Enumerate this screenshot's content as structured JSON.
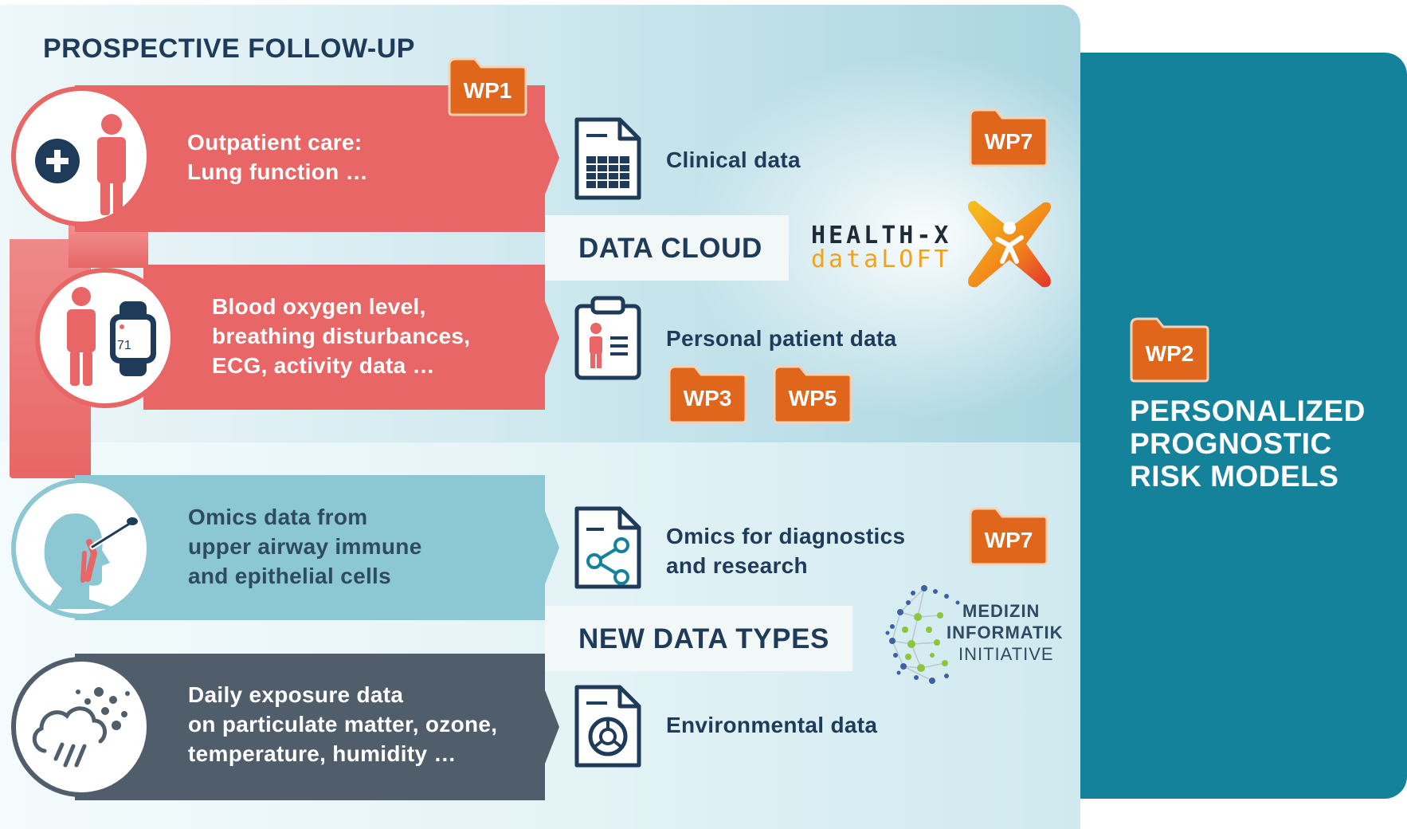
{
  "section_title": "PROSPECTIVE FOLLOW-UP",
  "bands": [
    {
      "id": "outpatient",
      "text": "Outpatient care:\nLung function …",
      "color": "#e86665"
    },
    {
      "id": "wearables",
      "text": "Blood oxygen level,\nbreathing disturbances,\nECG, activity data …",
      "color": "#e86665"
    },
    {
      "id": "omics",
      "text": "Omics data from\nupper airway immune\nand epithelial cells",
      "color": "#8bc8d4"
    },
    {
      "id": "exposure",
      "text": "Daily exposure data\non particulate matter, ozone,\ntemperature, humidity …",
      "color": "#505d6a"
    }
  ],
  "watch_reading": "71",
  "data_items": [
    {
      "id": "clinical",
      "label": "Clinical data",
      "icon": "spreadsheet-document-icon"
    },
    {
      "id": "personal",
      "label": "Personal patient data",
      "icon": "clipboard-patient-icon"
    },
    {
      "id": "omics",
      "label": "Omics for diagnostics\nand research",
      "icon": "share-network-document-icon"
    },
    {
      "id": "environmental",
      "label": "Environmental data",
      "icon": "chart-document-icon"
    }
  ],
  "banners": {
    "data_cloud": "DATA CLOUD",
    "new_data_types": "NEW DATA TYPES"
  },
  "work_packages": {
    "wp1": "WP1",
    "wp7_top": "WP7",
    "wp3": "WP3",
    "wp5": "WP5",
    "wp7_bottom": "WP7",
    "wp2": "WP2"
  },
  "health_x": {
    "line1": "HEALTH-X",
    "line2": "dataLOFT"
  },
  "mii": {
    "line1": "MEDIZIN",
    "line2": "INFORMATIK",
    "line3": "INITIATIVE"
  },
  "right_title": "PERSONALIZED\nPROGNOSTIC\nRISK MODELS",
  "colors": {
    "coral": "#e86665",
    "teal_light": "#8bc8d4",
    "slate": "#505d6a",
    "teal_dark": "#15829c",
    "wp_orange": "#e0661c",
    "navy": "#1f3b5a"
  }
}
